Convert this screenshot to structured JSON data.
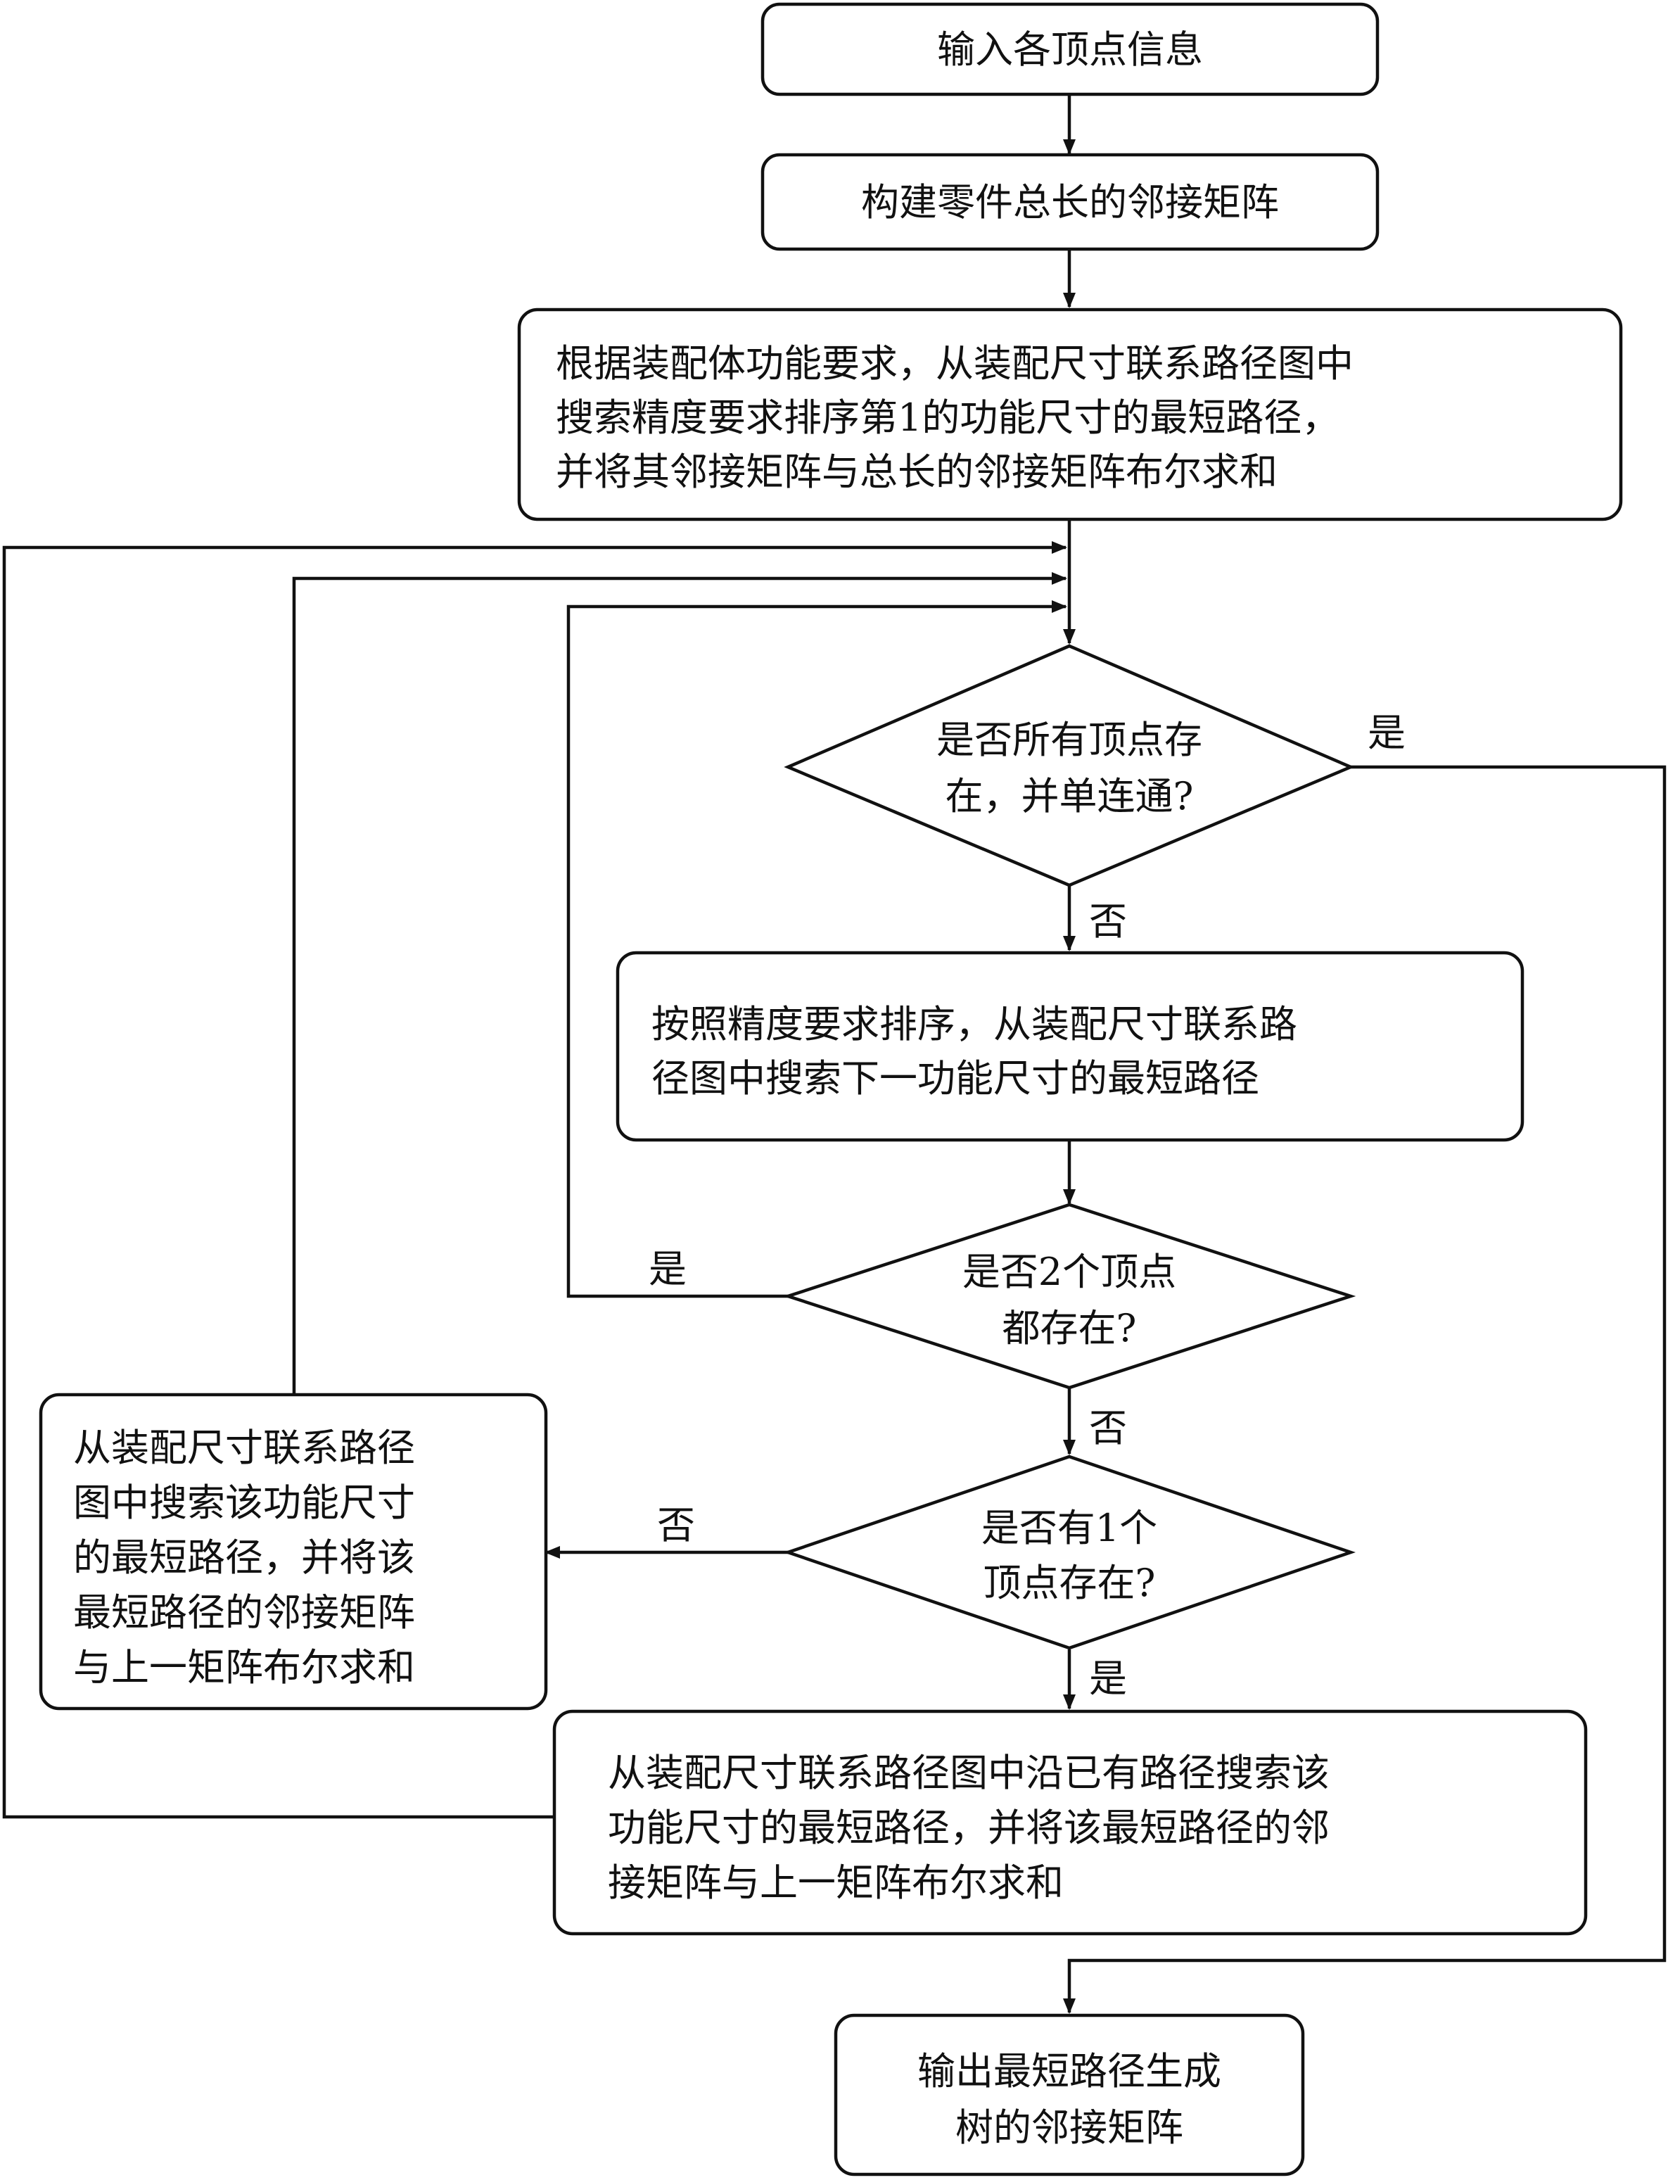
{
  "nodes": {
    "input_vertices": {
      "lines": [
        "输入各顶点信息"
      ]
    },
    "build_matrix": {
      "lines": [
        "构建零件总长的邻接矩阵"
      ]
    },
    "search_first": {
      "lines": [
        "根据装配体功能要求，从装配尺寸联系路径图中",
        "搜索精度要求排序第1的功能尺寸的最短路径，",
        "并将其邻接矩阵与总长的邻接矩阵布尔求和"
      ]
    },
    "decision_all_connected": {
      "lines": [
        "是否所有顶点存",
        "在，并单连通?"
      ]
    },
    "search_next": {
      "lines": [
        "按照精度要求排序，从装配尺寸联系路",
        "径图中搜索下一功能尺寸的最短路径"
      ]
    },
    "decision_two_exist": {
      "lines": [
        "是否2个顶点",
        "都存在?"
      ]
    },
    "decision_one_exists": {
      "lines": [
        "是否有1个",
        "顶点存在?"
      ]
    },
    "search_new_path": {
      "lines": [
        "从装配尺寸联系路径",
        "图中搜索该功能尺寸",
        "的最短路径，并将该",
        "最短路径的邻接矩阵",
        "与上一矩阵布尔求和"
      ]
    },
    "search_existing_path": {
      "lines": [
        "从装配尺寸联系路径图中沿已有路径搜索该",
        "功能尺寸的最短路径，并将该最短路径的邻",
        "接矩阵与上一矩阵布尔求和"
      ]
    },
    "output_tree": {
      "lines": [
        "输出最短路径生成",
        "树的邻接矩阵"
      ]
    }
  },
  "edge_labels": {
    "all_connected_yes": "是",
    "all_connected_no": "否",
    "two_exist_yes": "是",
    "two_exist_no": "否",
    "one_exists_no": "否",
    "one_exists_yes": "是"
  }
}
